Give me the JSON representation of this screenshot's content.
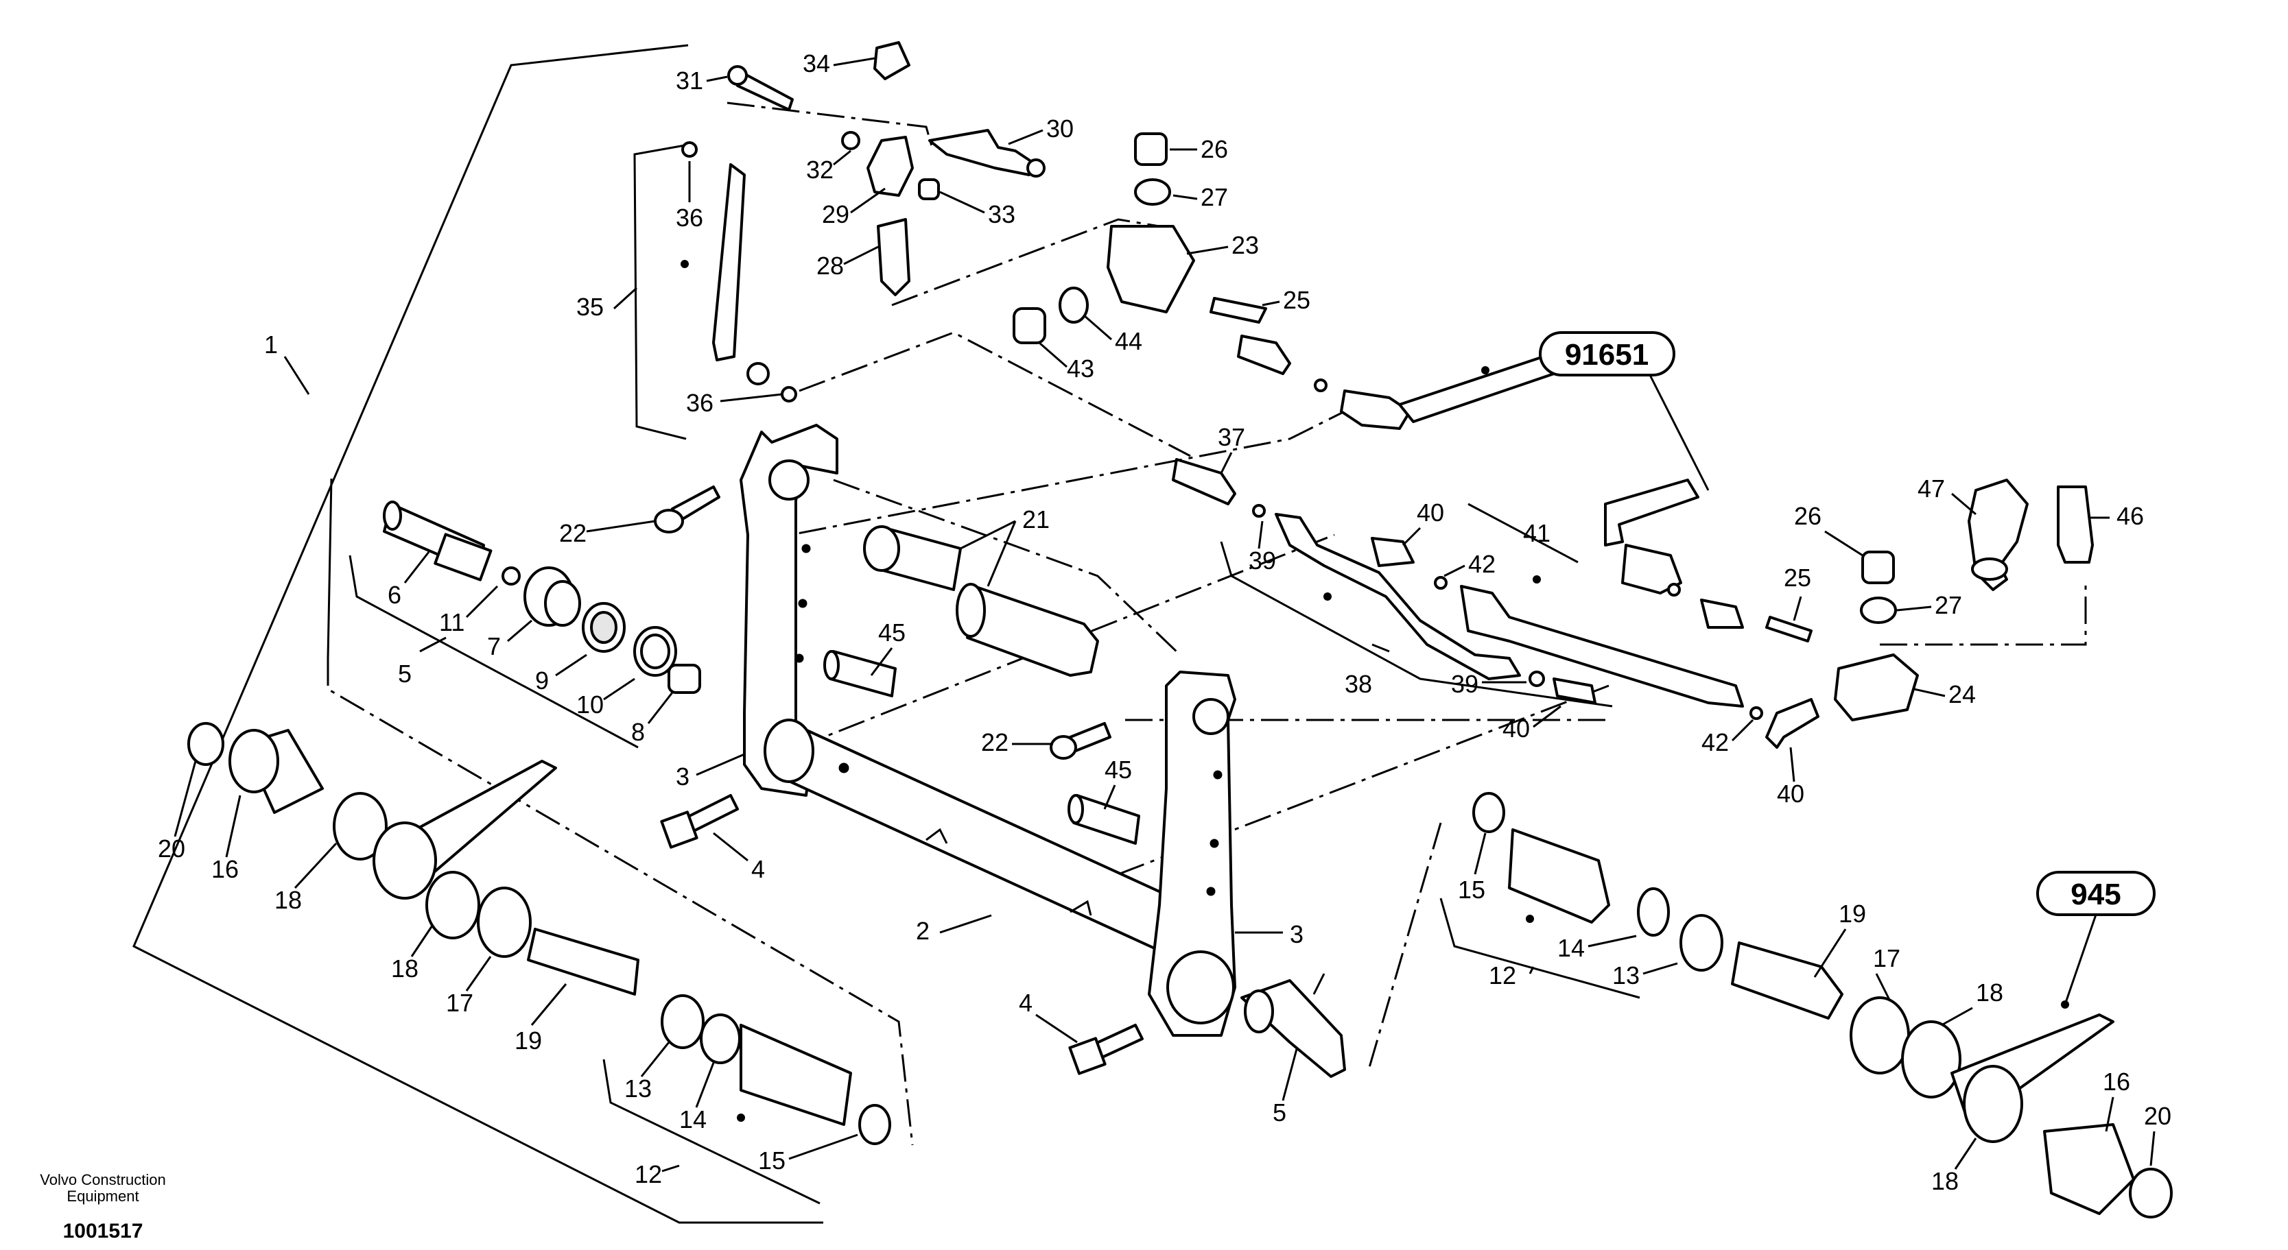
{
  "callouts": {
    "c1": "1",
    "c2": "2",
    "c3a": "3",
    "c3b": "3",
    "c4a": "4",
    "c4b": "4",
    "c5a": "5",
    "c5b": "5",
    "c6": "6",
    "c7": "7",
    "c8": "8",
    "c9": "9",
    "c10": "10",
    "c11": "11",
    "c12a": "12",
    "c12b": "12",
    "c13a": "13",
    "c13b": "13",
    "c14a": "14",
    "c14b": "14",
    "c15a": "15",
    "c15b": "15",
    "c16a": "16",
    "c16b": "16",
    "c17a": "17",
    "c17b": "17",
    "c18a": "18",
    "c18b": "18",
    "c18c": "18",
    "c18d": "18",
    "c19a": "19",
    "c19b": "19",
    "c20a": "20",
    "c20b": "20",
    "c21": "21",
    "c22a": "22",
    "c22b": "22",
    "c23": "23",
    "c24": "24",
    "c25a": "25",
    "c25b": "25",
    "c26a": "26",
    "c26b": "26",
    "c27a": "27",
    "c27b": "27",
    "c28": "28",
    "c29": "29",
    "c30": "30",
    "c31": "31",
    "c32": "32",
    "c33": "33",
    "c34": "34",
    "c35": "35",
    "c36a": "36",
    "c36b": "36",
    "c37": "37",
    "c38": "38",
    "c39a": "39",
    "c39b": "39",
    "c40a": "40",
    "c40b": "40",
    "c40c": "40",
    "c41": "41",
    "c42a": "42",
    "c42b": "42",
    "c43": "43",
    "c44": "44",
    "c45a": "45",
    "c45b": "45",
    "c46": "46",
    "c47": "47"
  },
  "references": {
    "ref_91651": "91651",
    "ref_945": "945"
  },
  "footer": {
    "brand_line1": "Volvo Construction",
    "brand_line2": "Equipment",
    "drawing_number": "1001517"
  }
}
